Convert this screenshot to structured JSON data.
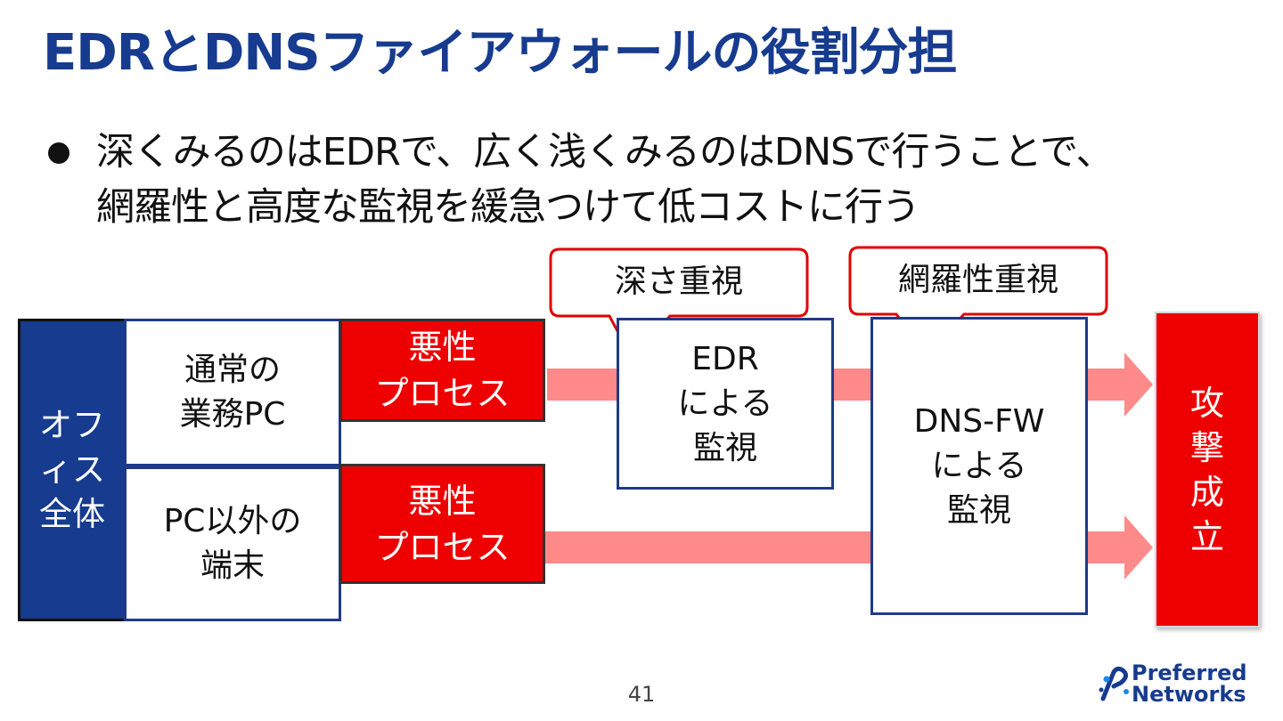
{
  "title": "EDRとDNSファイアウォールの役割分担",
  "bullet": {
    "line1": "深くみるのはEDRで、広く浅くみるのはDNSで行うことで、",
    "line2": "網羅性と高度な監視を緩急つけて低コストに行う"
  },
  "diagram": {
    "office": "オフ\nィス\n全体",
    "normal_pc": "通常の\n業務PC",
    "non_pc": "PC以外の\n端末",
    "malicious_1": "悪性\nプロセス",
    "malicious_2": "悪性\nプロセス",
    "edr_monitor": "EDR\nによる\n監視",
    "dnsfw_monitor": "DNS-FW\nによる\n監視",
    "attack_success": "攻\n撃\n成\n立",
    "callout_depth": "深さ重視",
    "callout_coverage": "網羅性重視"
  },
  "page_number": "41",
  "logo": {
    "line1": "Preferred",
    "line2": "Networks"
  },
  "colors": {
    "title_blue": "#163b8f",
    "box_border_blue": "#1f3a8a",
    "malicious_red": "#ee0000",
    "arrow_pink": "#ff8a8a",
    "callout_red": "#e00000"
  }
}
